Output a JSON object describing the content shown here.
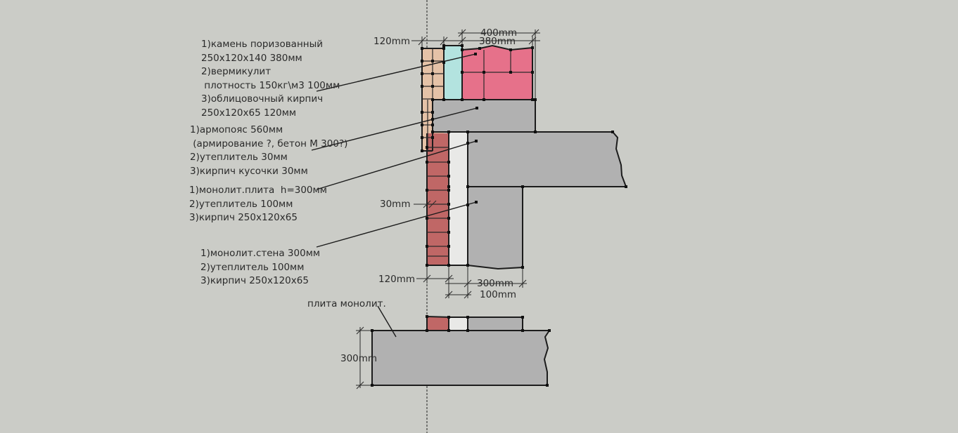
{
  "callouts": {
    "top_wall": {
      "line1": "1)камень поризованный",
      "line2": "250x120x140 380мм",
      "line3": "2)вермикулит",
      "line4": " плотность 150кг\\м3 100мм",
      "line5": "3)облицовочный кирпич",
      "line6": "250x120x65 120мм"
    },
    "ring_beam": {
      "line1": "1)армопояс 560мм",
      "line2": " (армирование ?, бетон М 300?)",
      "line3": "2)утеплитель 30мм",
      "line4": "3)кирпич кусочки 30мм"
    },
    "slab": {
      "line1": "1)монолит.плита  h=300мм",
      "line2": "2)утеплитель 100мм",
      "line3": "3)кирпич 250x120x65"
    },
    "basement_wall": {
      "line1": "1)монолит.стена 300мм",
      "line2": "2)утеплитель 100мм",
      "line3": "3)кирпич 250x120x65"
    },
    "foundation": {
      "line1": "плита монолит."
    }
  },
  "dimensions": {
    "top_brick": "120mm",
    "top_total": "400mm",
    "top_stone": "380mm",
    "gap": "30mm",
    "bottom_brick": "120mm",
    "bottom_wall": "300mm",
    "bottom_insulation": "100mm",
    "foundation_height": "300mm"
  },
  "colors": {
    "background": "#cbccc7",
    "concrete": "#b1b1b1",
    "porous_stone": "#e6718a",
    "vermiculite": "#b3e3df",
    "facing_brick": "#e5c2a7",
    "red_brick": "#c06766",
    "insulation": "#e9e9e7",
    "line": "#1c1c1c"
  }
}
